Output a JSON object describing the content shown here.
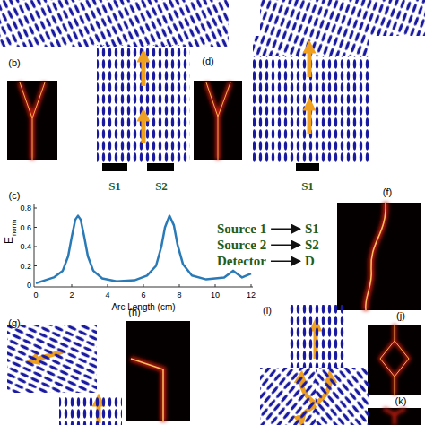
{
  "diagram": {
    "nodes": [
      {
        "text": [
          "Source 1"
        ]
      },
      {
        "text": [
          "S1"
        ]
      },
      {
        "text": [
          "Source 2"
        ]
      },
      {
        "text": [
          "S2"
        ]
      },
      {
        "text": [
          "Detector"
        ]
      },
      {
        "text": [
          "D"
        ]
      }
    ],
    "edges": [
      {
        "from": 0,
        "to": 1,
        "arrow": "to"
      },
      {
        "from": 2,
        "to": 3,
        "arrow": "to"
      },
      {
        "from": 4,
        "to": 5,
        "arrow": "to"
      }
    ],
    "labels": [
      "(b)",
      "(d)",
      "S1",
      "S2",
      "S1",
      "(c)",
      "E",
      "norm",
      "0.8",
      "0.6",
      "0.4",
      "0.2",
      "0",
      "0",
      "2",
      "4",
      "6",
      "8",
      "10",
      "12",
      "Arc Length (cm)",
      "(f)",
      "(g)",
      "(h)",
      "(i)",
      "(j)",
      "(k)"
    ]
  }
}
